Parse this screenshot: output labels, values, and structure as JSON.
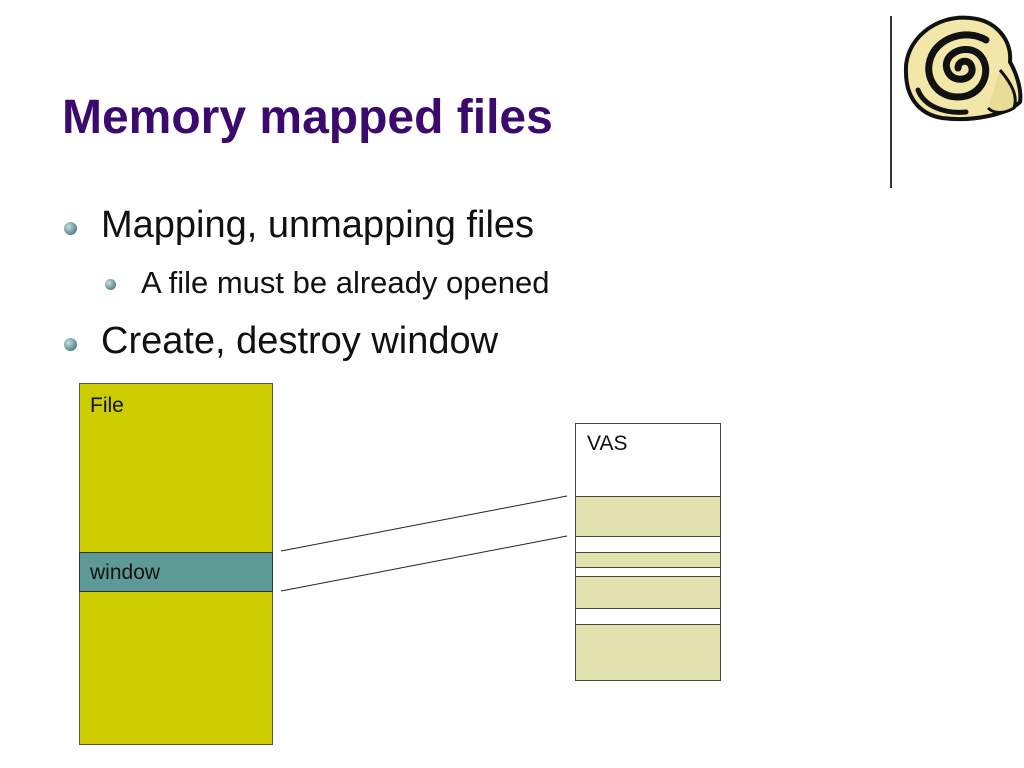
{
  "slide": {
    "title": "Memory mapped files",
    "logo_icon": "snail-shell-icon",
    "bullets": [
      {
        "level": 1,
        "text": "Mapping, unmapping files"
      },
      {
        "level": 2,
        "text": "A file must be already opened"
      },
      {
        "level": 1,
        "text": "Create, destroy window"
      }
    ]
  },
  "diagram": {
    "file_label": "File",
    "window_label": "window",
    "vas_label": "VAS",
    "colors": {
      "title": "#3a0a6e",
      "file_fill": "#cccc00",
      "window_fill": "#5e9a95",
      "vas_segment_fill": "#e1e2ae"
    }
  }
}
